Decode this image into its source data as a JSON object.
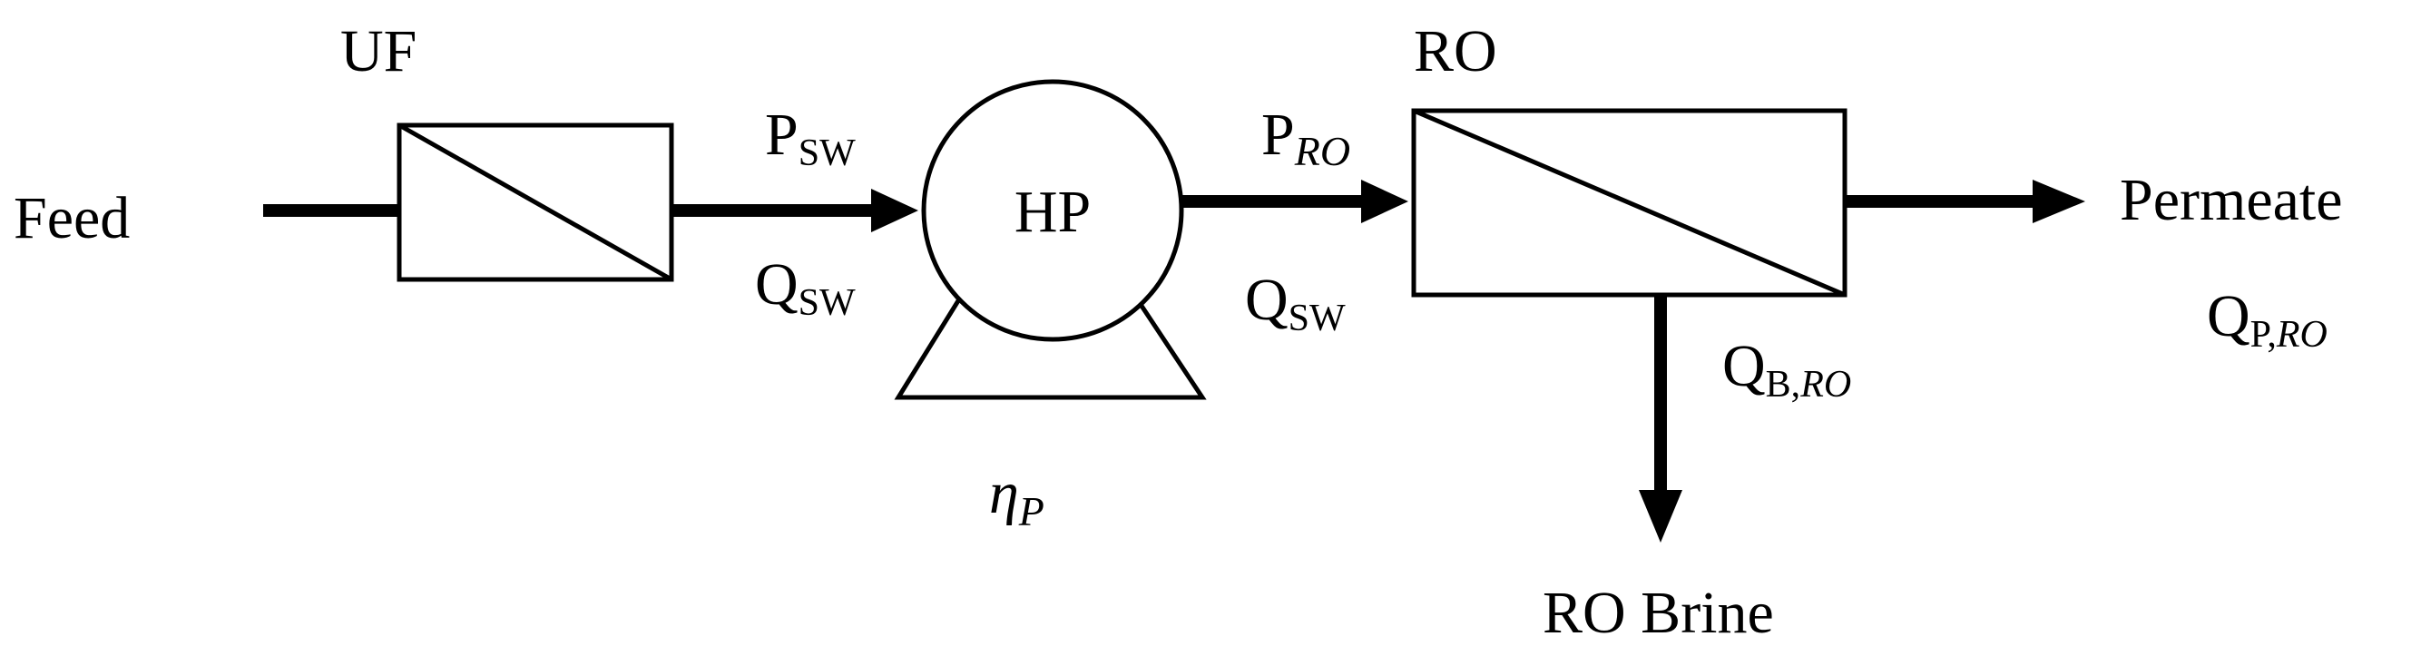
{
  "labels": {
    "feed": "Feed",
    "uf": "UF",
    "ro": "RO",
    "pump": "HP",
    "permeate": "Permeate",
    "brine": "RO Brine"
  },
  "variables": {
    "p_sw": {
      "base": "P",
      "sub": "SW"
    },
    "q_sw_in": {
      "base": "Q",
      "sub": "SW"
    },
    "p_ro": {
      "base": "P",
      "sub": "RO"
    },
    "q_sw_out": {
      "base": "Q",
      "sub": "SW"
    },
    "eta_p": {
      "base": "η",
      "sub": "P"
    },
    "q_p_ro": {
      "base": "Q",
      "sub_plain": "P,",
      "sub_italic": "RO"
    },
    "q_b_ro": {
      "base": "Q",
      "sub_plain": "B,",
      "sub_italic": "RO"
    }
  },
  "colors": {
    "stroke": "#000000",
    "background": "#ffffff"
  }
}
